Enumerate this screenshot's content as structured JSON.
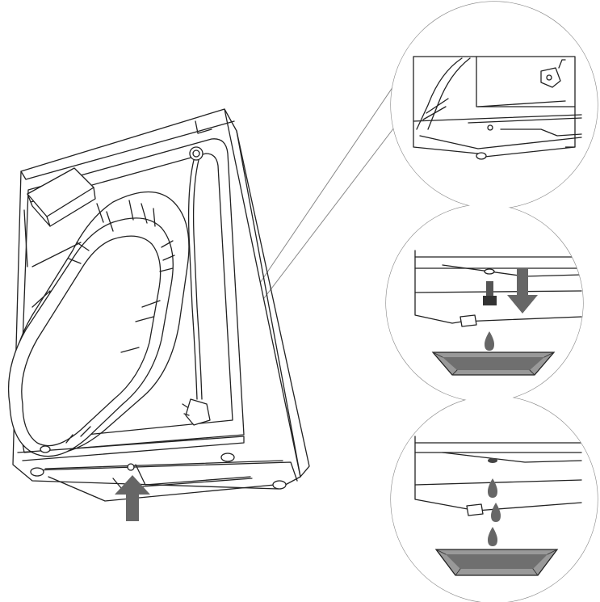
{
  "figure": {
    "colors": {
      "ink": "#222222",
      "callout_outline": "#888888",
      "arrow_fill": "#666666",
      "tray_fill": "#999999",
      "tray_dark": "#6f6f6f",
      "drop_fill": "#666666",
      "background": "#ffffff"
    },
    "icons": {
      "machine": "washing-machine-rear-icon",
      "arrow_up": "arrow-up-icon",
      "arrow_down": "arrow-down-icon",
      "drop": "water-drop-icon",
      "tray": "drain-tray-icon",
      "bolt": "drain-bolt-icon",
      "plug": "power-plug-icon"
    },
    "steps": [
      {
        "id": "step-1",
        "icon": "magnifier-callout-icon"
      },
      {
        "id": "step-2",
        "icon": "remove-bolt-icon"
      },
      {
        "id": "step-3",
        "icon": "drain-water-icon"
      }
    ]
  }
}
